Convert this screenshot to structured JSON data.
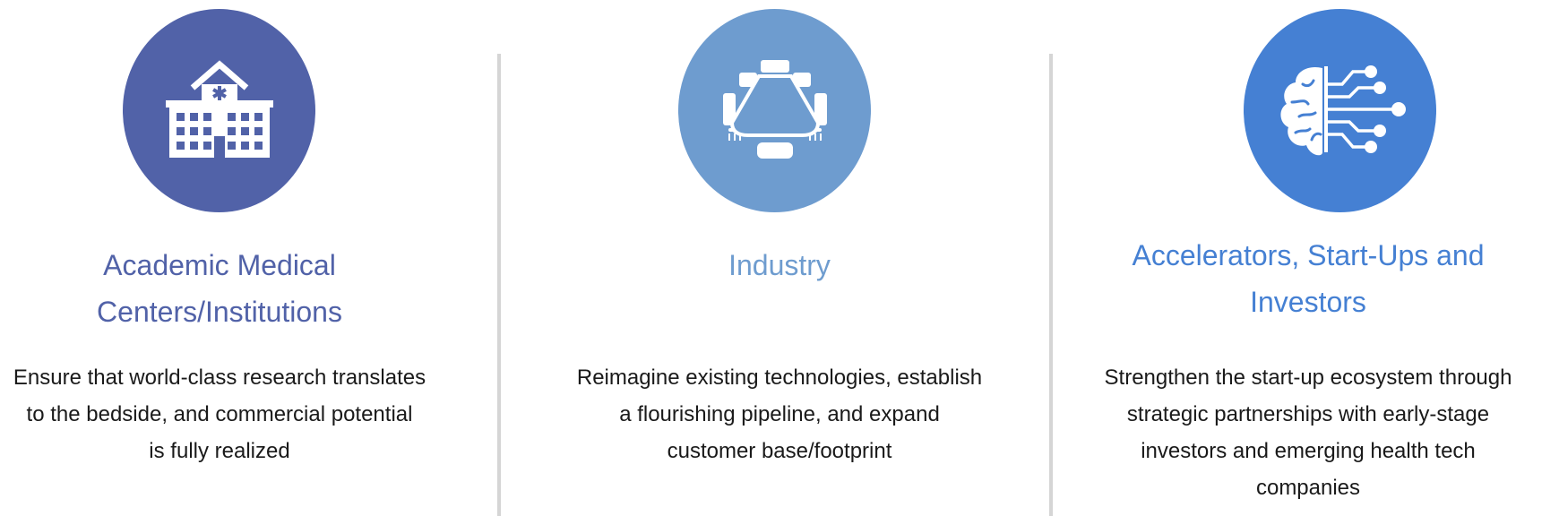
{
  "colors": {
    "academic": "#5162a8",
    "industry": "#6e9ccf",
    "accelerators": "#4580d3",
    "divider": "#d5d5d5"
  },
  "columns": [
    {
      "icon": "hospital-icon",
      "heading_lines": [
        "Academic Medical",
        "Centers/Institutions"
      ],
      "description_lines": [
        "Ensure that world-class research translates",
        "to the bedside,  and commercial potential",
        "is fully realized"
      ]
    },
    {
      "icon": "conference-table-icon",
      "heading_lines": [
        "Industry"
      ],
      "description_lines": [
        "Reimagine existing technologies, establish",
        "a flourishing pipeline, and expand",
        "customer base/footprint"
      ]
    },
    {
      "icon": "brain-circuit-icon",
      "heading_lines": [
        "Accelerators, Start-Ups and",
        "Investors"
      ],
      "description_lines": [
        "Strengthen the start-up ecosystem through",
        "strategic partnerships with early-stage",
        "investors and emerging health tech",
        "companies"
      ]
    }
  ]
}
